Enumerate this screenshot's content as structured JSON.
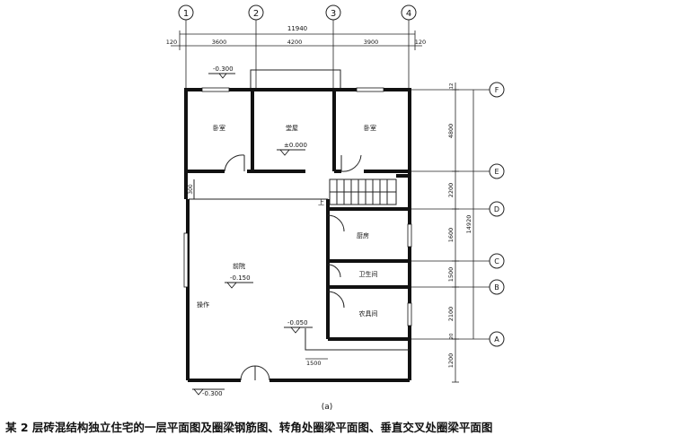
{
  "plan": {
    "axes_top": [
      "1",
      "2",
      "3",
      "4"
    ],
    "axes_right": [
      "F",
      "E",
      "D",
      "C",
      "B",
      "A"
    ],
    "overall_dim": "11940",
    "top_dims": [
      "120",
      "3600",
      "4200",
      "3900",
      "120"
    ],
    "right_dims": [
      "4800",
      "2200",
      "1600",
      "1500",
      "2100",
      "1200"
    ],
    "right_total": "14920",
    "right_small": [
      "12",
      "20"
    ],
    "rooms": {
      "bedroom_left": "卧室",
      "living": "堂屋",
      "bedroom_right": "卧室",
      "kitchen": "厨房",
      "bathroom": "卫生间",
      "storage": "农具间",
      "hall": "前院",
      "counter": "操作"
    },
    "levels": {
      "top_left": "-0.300",
      "living": "±0.000",
      "hall": "-0.150",
      "step": "-0.050",
      "bottom_left": "-0.300"
    },
    "small_dims": {
      "step_width": "1500",
      "left_wall": "300",
      "stair_mark": "上"
    },
    "figure_label": "(a)"
  },
  "caption": "某 2 层砖混结构独立住宅的一层平面图及圈梁钢筋图、转角处圈梁平面图、垂直交叉处圈梁平面图"
}
